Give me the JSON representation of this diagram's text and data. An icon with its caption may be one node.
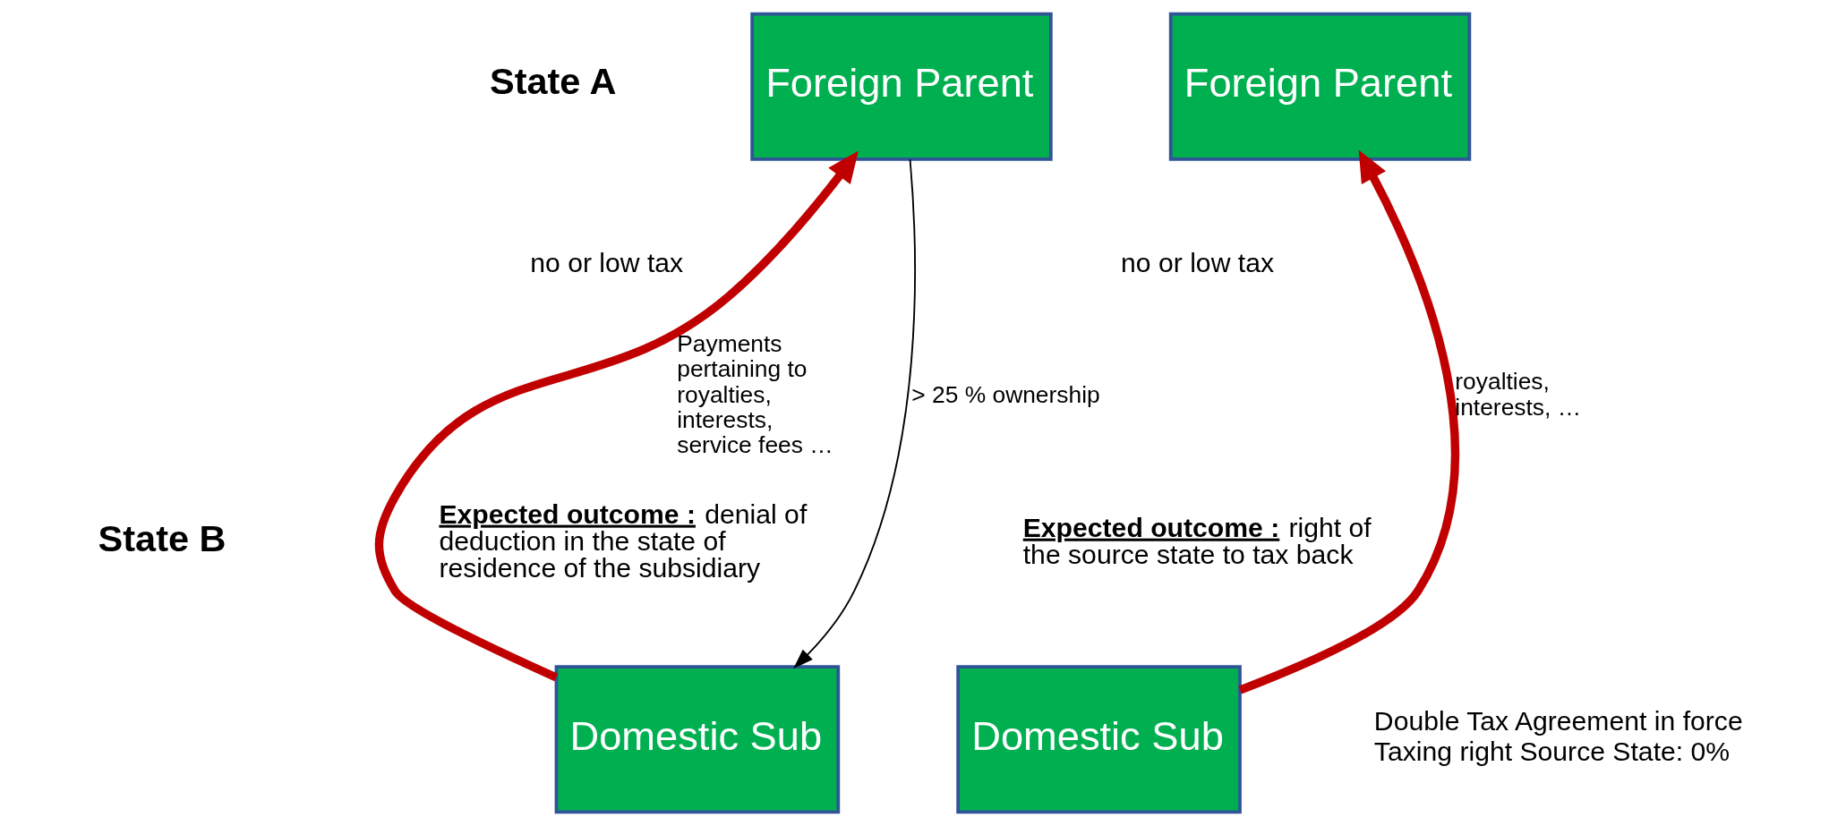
{
  "diagram": {
    "nodes": [
      {
        "text": [
          "Foreign Parent"
        ]
      },
      {
        "text": [
          "Domestic Sub"
        ]
      },
      {
        "text": [
          "Foreign Parent"
        ]
      },
      {
        "text": [
          "Domestic Sub"
        ],
        "beside": [
          "Double Tax Agreement in force",
          "Taxing right Source State: 0%"
        ]
      }
    ],
    "edges": [
      {
        "from": 1,
        "to": 0,
        "arrow": "to",
        "label": "Payments pertaining to royalties, interests, service fees …"
      },
      {
        "from": 0,
        "to": 1,
        "arrow": "to",
        "label": "> 25 % ownership",
        "color": "#000000"
      },
      {
        "from": 3,
        "to": 2,
        "arrow": "to",
        "label": "royalties, interests, …"
      }
    ],
    "labels": [
      "State A",
      "no or low tax",
      "no or low tax",
      "State B",
      "**Expected outcome :** denial of deduction in the state of residence of the subsidiary",
      "**Expected outcome :** right of the source state to tax back"
    ]
  }
}
